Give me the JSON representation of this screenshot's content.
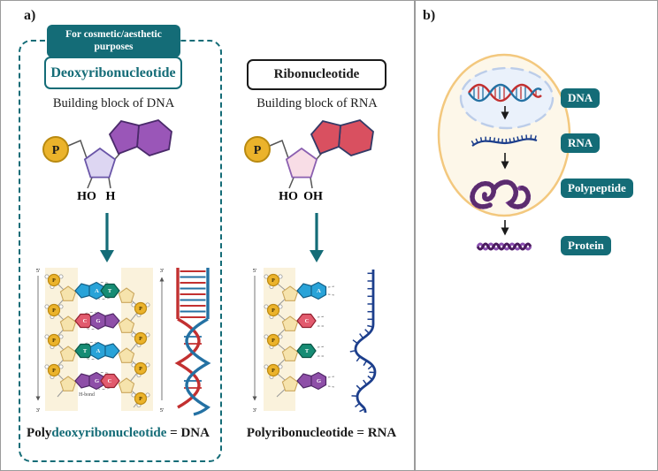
{
  "colors": {
    "teal_accent": "#146C77",
    "phosphate_yellow": "#EBB32B",
    "purine_purple_base": "#9A56B8",
    "deoxyribose_lavender": "#DDD6F2",
    "ribose_pink": "#F8DDE6",
    "rna_base_red": "#D95060",
    "adenine_blue": "#29A3D8",
    "thymine_green": "#168C74",
    "cytosine_red": "#E25B6E",
    "guanine_purple": "#8E4FA8",
    "backbone_sugar_tan": "#F6E3AC",
    "backbone_band_cream": "#FAF2DC",
    "helix_red": "#C23030",
    "helix_blue": "#2471A3",
    "rna_strand_navy": "#1C3E8C",
    "polypeptide_purple": "#7D3C98",
    "cell_membrane_orange": "#F3C87E",
    "nucleus_fill_blue": "#EAF1FB"
  },
  "panel_a": {
    "label": "a)",
    "badge_text": "For cosmetic/aesthetic purposes",
    "phosphate_label": "P",
    "deoxy": {
      "title": "Deoxyribonucleotide",
      "subtitle": "Building block of DNA",
      "oh_left": "HO",
      "oh_right": "H"
    },
    "ribo": {
      "title": "Ribonucleotide",
      "subtitle": "Building block of RNA",
      "oh_left": "HO",
      "oh_right": "OH"
    },
    "dna_polymer": {
      "left_top_prime": "5'",
      "left_bottom_prime": "3'",
      "right_top_prime": "3'",
      "right_bottom_prime": "5'",
      "left_bases": [
        "A",
        "C",
        "T",
        "G"
      ],
      "right_bases": [
        "T",
        "G",
        "A",
        "C"
      ],
      "hbond_label": "H-bond"
    },
    "rna_polymer": {
      "top_prime": "5'",
      "bottom_prime": "3'",
      "bases": [
        "A",
        "C",
        "T",
        "G"
      ]
    },
    "dna_equation": {
      "prefix": "Poly",
      "highlight": "deoxyribonucleotide",
      "suffix": " = DNA"
    },
    "rna_equation": "Polyribonucleotide = RNA"
  },
  "panel_b": {
    "label": "b)",
    "badges": [
      "DNA",
      "RNA",
      "Polypeptide",
      "Protein"
    ]
  }
}
